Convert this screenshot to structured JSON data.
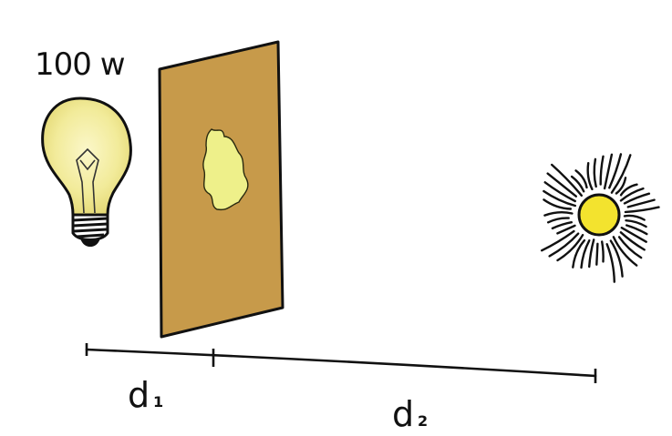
{
  "bulb": {
    "power_label": "100 w"
  },
  "distances": {
    "d1": {
      "symbol": "d",
      "subscript": "1"
    },
    "d2": {
      "symbol": "d",
      "subscript": "2"
    }
  },
  "colors": {
    "card": "#c79a4a",
    "hole": "#eef08a",
    "bulb_glass": "#f2eb9a",
    "sun": "#f3e32e",
    "ink": "#111111"
  },
  "icons": {
    "bulb": "lightbulb-icon",
    "sun": "sun-icon"
  }
}
